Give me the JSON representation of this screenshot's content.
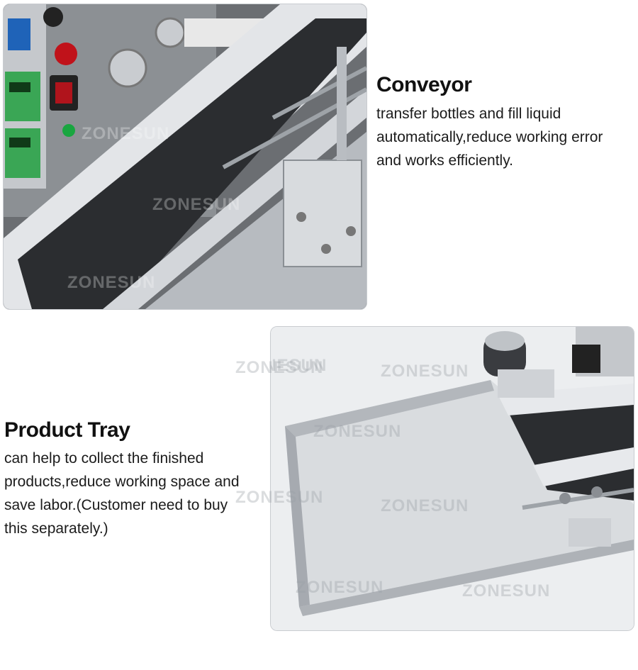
{
  "watermark": "ZONESUN",
  "sections": {
    "conveyor": {
      "title": "Conveyor",
      "lines": [
        "transfer bottles and fill liquid",
        "automatically,reduce working error",
        "and works efficiently."
      ]
    },
    "tray": {
      "title": "Product Tray",
      "lines": [
        "can help to collect the finished",
        "products,reduce working space and",
        "save labor.(Customer need to buy",
        "this separately.)"
      ]
    }
  },
  "colors": {
    "text": "#111111",
    "belt": "#2b2d30",
    "aluminium": "#c9ccd0",
    "panel_green": "#3aa655",
    "estop_red": "#c0121a"
  }
}
